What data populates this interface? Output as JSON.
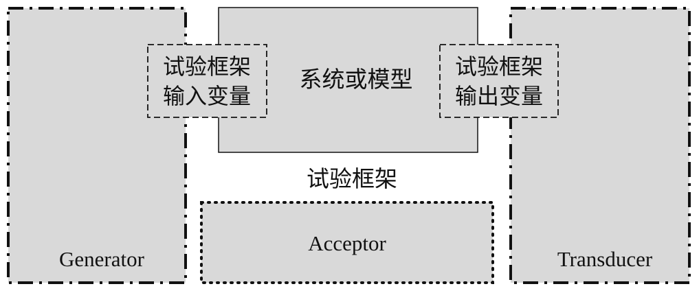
{
  "colors": {
    "fill": "#d9d9d9",
    "stroke": "#111111",
    "background": "#ffffff"
  },
  "generator": {
    "label": "Generator"
  },
  "transducer": {
    "label": "Transducer"
  },
  "acceptor": {
    "label": "Acceptor"
  },
  "model": {
    "label": "系统或模型"
  },
  "frame": {
    "label": "试验框架"
  },
  "input_box": {
    "line1": "试验框架",
    "line2": "输入变量"
  },
  "output_box": {
    "line1": "试验框架",
    "line2": "输出变量"
  }
}
